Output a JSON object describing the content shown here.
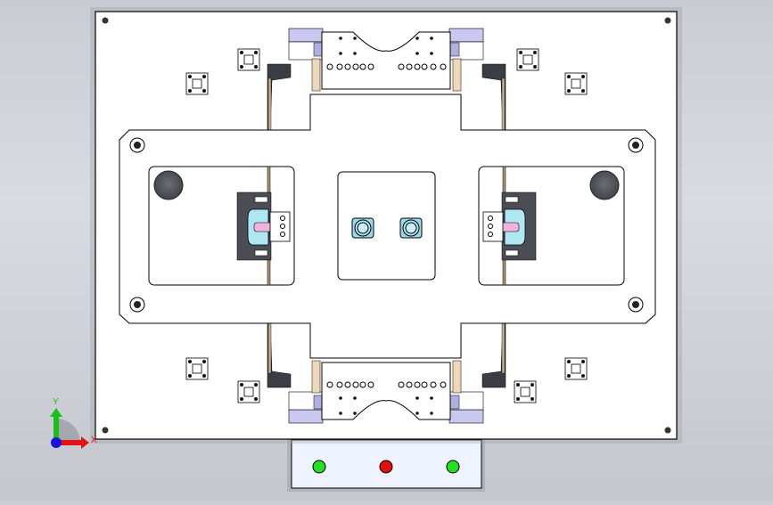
{
  "app": {
    "type": "CAD graphics viewport",
    "view": "Top view of fixture assembly"
  },
  "triad": {
    "x_label": "X",
    "y_label": "Y",
    "x_color": "#e01010",
    "y_color": "#10c010",
    "z_color": "#1010e0"
  },
  "control_box": {
    "indicators": [
      {
        "name": "left-indicator",
        "color": "#22e022",
        "state": "green"
      },
      {
        "name": "center-indicator",
        "color": "#e01010",
        "state": "red"
      },
      {
        "name": "right-indicator",
        "color": "#22e022",
        "state": "green"
      }
    ]
  },
  "colors": {
    "plate": "#ffffff",
    "outline": "#000000",
    "dark_block": "#1e3d52",
    "cylinder": "#3a3d44",
    "hole": "#50555c",
    "tan": "#efd8b8",
    "lavender": "#c8c8f0",
    "cyan_part": "#aee6f2",
    "pink_part": "#f0b4dc",
    "control_box": "#eef3ff"
  }
}
